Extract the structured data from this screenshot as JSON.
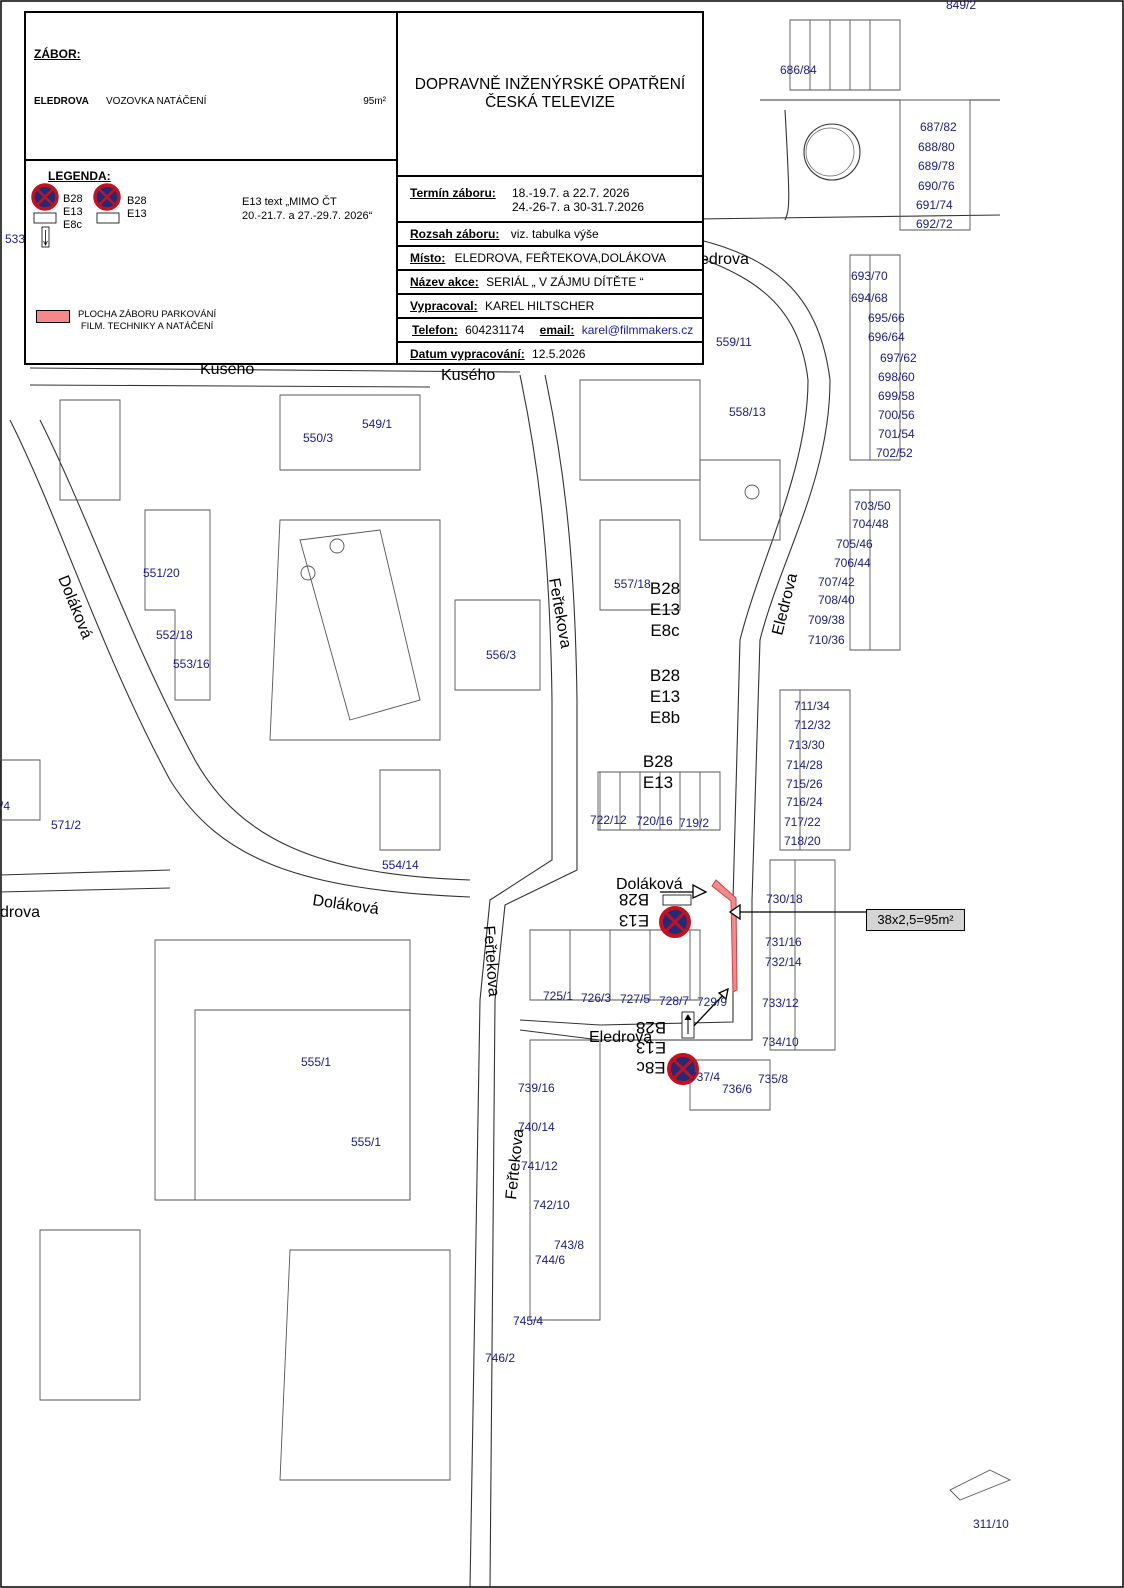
{
  "title_block": {
    "heading_line1": "DOPRAVNĚ INŽENÝRSKÉ OPATŘENÍ",
    "heading_line2": "ČESKÁ TELEVIZE",
    "zabor_label": "ZÁBOR:",
    "zabor_location": "ELEDROVA",
    "zabor_desc": "VOZOVKA NATÁČENÍ",
    "zabor_area": "95m²",
    "legend_label": "LEGENDA:",
    "legend_sign1": [
      "B28",
      "E13",
      "E8c"
    ],
    "legend_sign2": [
      "B28",
      "E13"
    ],
    "legend_e13_line1": "E13 text „MIMO ČT",
    "legend_e13_line2": "20.-21.7. a 27.-29.7. 2026“",
    "legend_area_line1": "PLOCHA ZÁBORU PARKOVÁNÍ",
    "legend_area_line2": "FILM. TECHNIKY A NATÁČENÍ",
    "term_key": "Termín záboru:",
    "term_val1": "18.-19.7. a 22.7. 2026",
    "term_val2": "24.-26-7. a 30-31.7.2026",
    "range_key": "Rozsah záboru:",
    "range_val": "viz. tabulka výše",
    "place_key": "Místo:",
    "place_val": "ELEDROVA, FEŘTEKOVA,DOLÁKOVA",
    "action_key": "Název akce:",
    "action_val": "SERIÁL „ V ZÁJMU DÍTĚTE “",
    "author_key": "Vypracoval:",
    "author_val": "KAREL HILTSCHER",
    "phone_key": "Telefon:",
    "phone_val": "604231174",
    "email_key": "email:",
    "email_val": "karel@filmmakers.cz",
    "date_key": "Datum vypracování:",
    "date_val": "12.5.2026"
  },
  "dimension_label": "38x2,5=95m²",
  "streets": {
    "kuseho1": "Kusého",
    "kuseho2": "Kusého",
    "dolakova1": "Doláková",
    "dolakova2": "Doláková",
    "dolakova3": "Doláková",
    "dolakova_edge": "drova",
    "fertekova1": "Feřtekova",
    "fertekova2": "Feřtekova",
    "fertekova3": "Feřtekova",
    "eledrova1": "Eledrova",
    "eledrova2": "edrova",
    "eledrova3": "Eledrova"
  },
  "sign_texts": {
    "g1": [
      "B28",
      "E13",
      "E8c"
    ],
    "g2": [
      "B28",
      "E13",
      "E8b"
    ],
    "g3": [
      "B28",
      "E13"
    ],
    "g4": [
      "E13",
      "B28"
    ],
    "g5": [
      "E8c",
      "E13",
      "B28"
    ]
  },
  "parcels": {
    "p1": "849/2",
    "p2": "687/82",
    "p3": "688/80",
    "p4": "689/78",
    "p5": "690/76",
    "p6": "691/74",
    "p7": "692/72",
    "p8": "693/70",
    "p9": "694/68",
    "p10": "695/66",
    "p11": "696/64",
    "p12": "697/62",
    "p13": "698/60",
    "p14": "699/58",
    "p15": "700/56",
    "p16": "701/54",
    "p17": "702/52",
    "p18": "703/50",
    "p19": "704/48",
    "p20": "705/46",
    "p21": "706/44",
    "p22": "707/42",
    "p23": "708/40",
    "p24": "709/38",
    "p25": "710/36",
    "p26": "711/34",
    "p27": "712/32",
    "p28": "713/30",
    "p29": "714/28",
    "p30": "715/26",
    "p31": "716/24",
    "p32": "717/22",
    "p33": "718/20",
    "p34": "730/18",
    "p35": "731/16",
    "p36": "732/14",
    "p37": "733/12",
    "p38": "734/10",
    "p39": "735/8",
    "p40": "736/6",
    "p41": "737/4",
    "p42": "559/11",
    "p43": "558/13",
    "p44": "557/18",
    "p45": "556/3",
    "p46": "550/3",
    "p47": "549/1",
    "p48": "551/20",
    "p49": "552/18",
    "p50": "553/16",
    "p51": "571/2",
    "p52": "554/14",
    "p53": "555/1",
    "p54": "555/1",
    "p55": "725/1",
    "p56": "726/3",
    "p57": "727/5",
    "p58": "728/7",
    "p59": "729/9",
    "p60": "739/16",
    "p61": "740/14",
    "p62": "741/12",
    "p63": "742/10",
    "p64": "743/8",
    "p65": "744/6",
    "p66": "745/4",
    "p67": "746/2",
    "p68": "311/10",
    "p69": "533",
    "p70": "/4",
    "p71": "686/84",
    "p72": "722/12",
    "p73": "720/16",
    "p74": "719/2"
  }
}
